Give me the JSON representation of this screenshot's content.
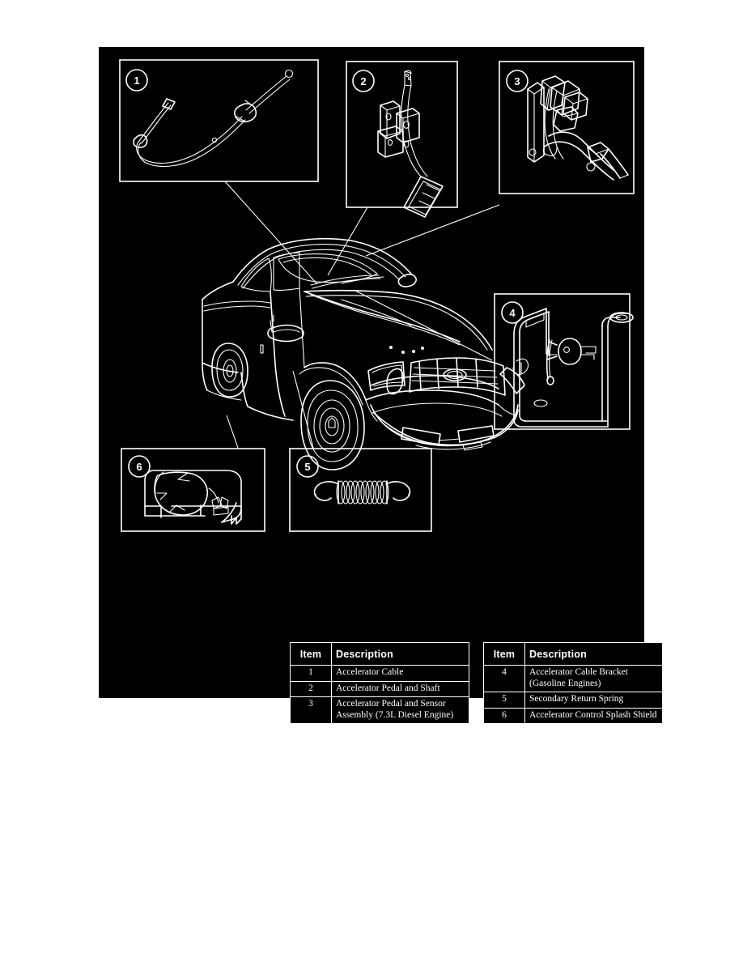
{
  "plate": {
    "id_label": "AV1085-B",
    "background": "#000000",
    "ink": "#FFFFFF"
  },
  "callouts": [
    {
      "number": "1",
      "name": "accelerator-cable"
    },
    {
      "number": "2",
      "name": "accelerator-pedal-and-shaft"
    },
    {
      "number": "3",
      "name": "accelerator-pedal-and-sensor-assembly"
    },
    {
      "number": "4",
      "name": "accelerator-cable-bracket"
    },
    {
      "number": "5",
      "name": "secondary-return-spring"
    },
    {
      "number": "6",
      "name": "accelerator-control-splash-shield"
    }
  ],
  "vehicle": {
    "name": "pickup-truck-three-quarter-front-view"
  },
  "tables": {
    "left": {
      "headers": {
        "item": "Item",
        "description": "Description"
      },
      "rows": [
        {
          "item": "1",
          "description": "Accelerator Cable"
        },
        {
          "item": "2",
          "description": "Accelerator Pedal and Shaft"
        },
        {
          "item": "3",
          "description": "Accelerator Pedal and Sensor Assembly (7.3L Diesel Engine)"
        }
      ]
    },
    "right": {
      "headers": {
        "item": "Item",
        "description": "Description"
      },
      "rows": [
        {
          "item": "4",
          "description": "Accelerator Cable Bracket (Gasoline Engines)"
        },
        {
          "item": "5",
          "description": "Secondary Return Spring"
        },
        {
          "item": "6",
          "description": "Accelerator Control Splash Shield"
        }
      ]
    }
  }
}
